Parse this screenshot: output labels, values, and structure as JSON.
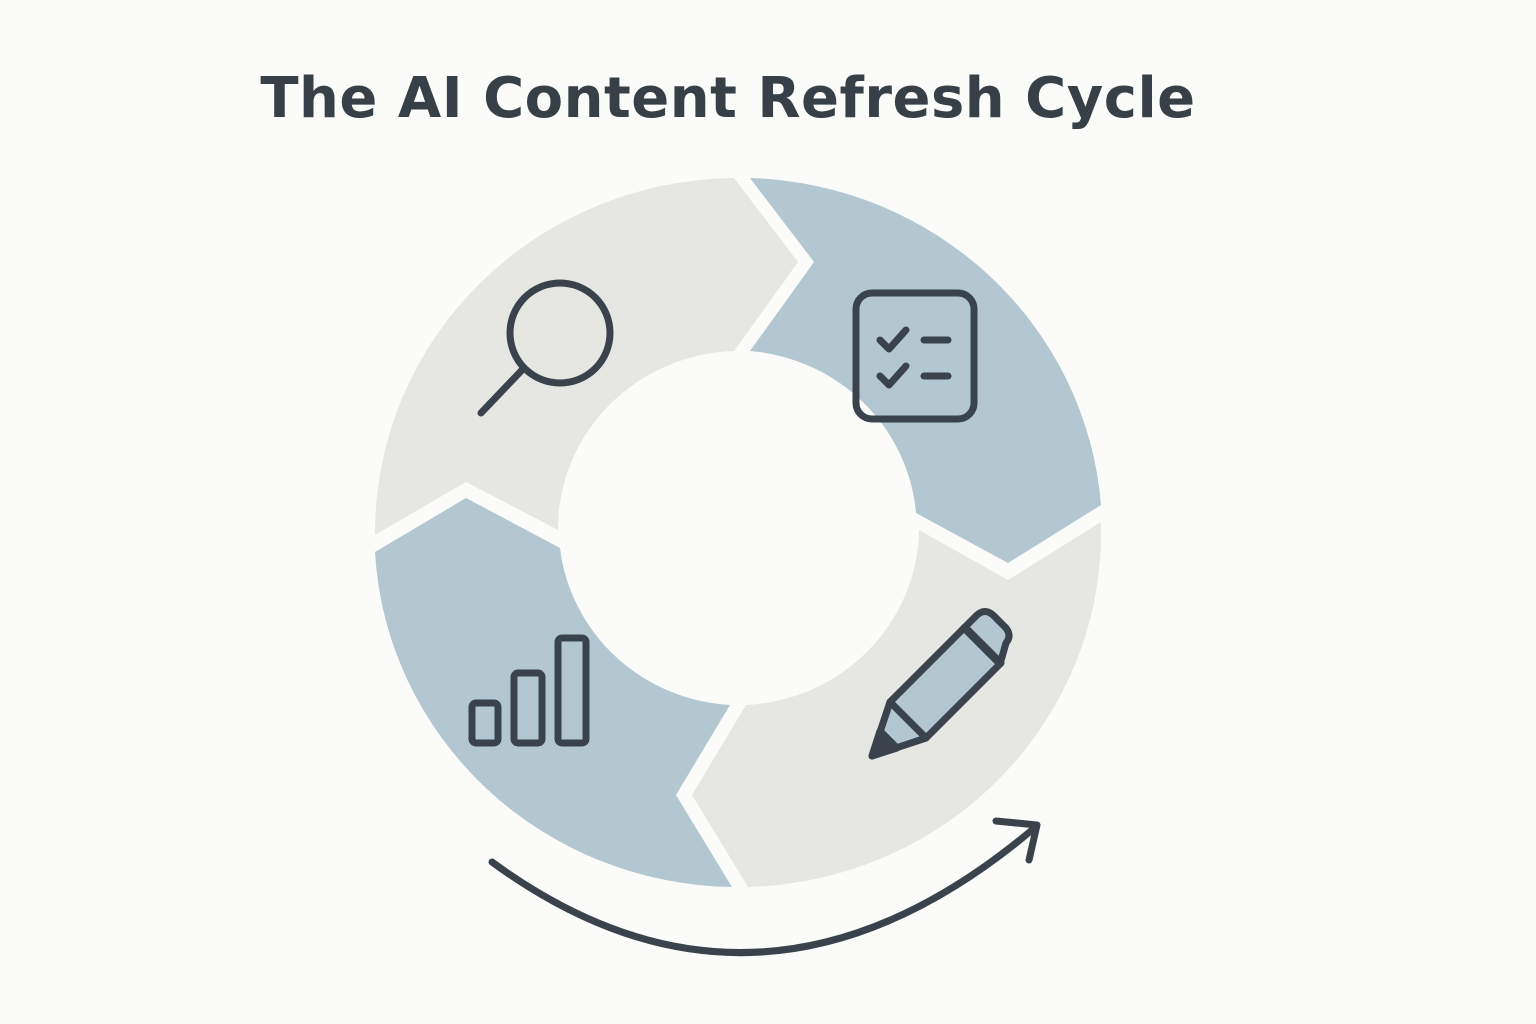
{
  "title": "The AI Content Refresh Cycle",
  "colors": {
    "background": "#fbfbf9",
    "segment_gray": "#e6e6e3",
    "segment_blue": "#b2c7d0",
    "ink": "#3a434c"
  },
  "segments": [
    {
      "icon": "search-icon",
      "color": "segment_gray"
    },
    {
      "icon": "checklist-icon",
      "color": "segment_blue"
    },
    {
      "icon": "pencil-icon",
      "color": "segment_gray"
    },
    {
      "icon": "bar-chart-icon",
      "color": "segment_blue"
    }
  ],
  "cycle_arrow": {
    "icon": "cycle-arrow-icon"
  }
}
